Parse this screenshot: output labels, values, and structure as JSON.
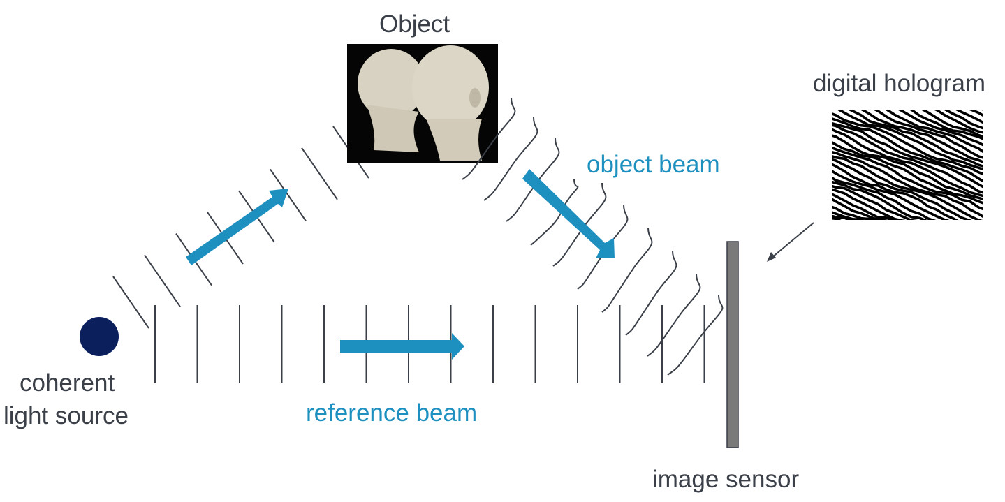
{
  "labels": {
    "object": "Object",
    "digital_hologram": "digital hologram",
    "object_beam": "object beam",
    "reference_beam": "reference beam",
    "light_source_line1": "coherent",
    "light_source_line2": "light source",
    "image_sensor": "image sensor"
  },
  "colors": {
    "beam": "#1e90c0",
    "wavefront": "#3a3f48",
    "source": "#0a1f5c",
    "sensor": "#7a7a7a"
  }
}
